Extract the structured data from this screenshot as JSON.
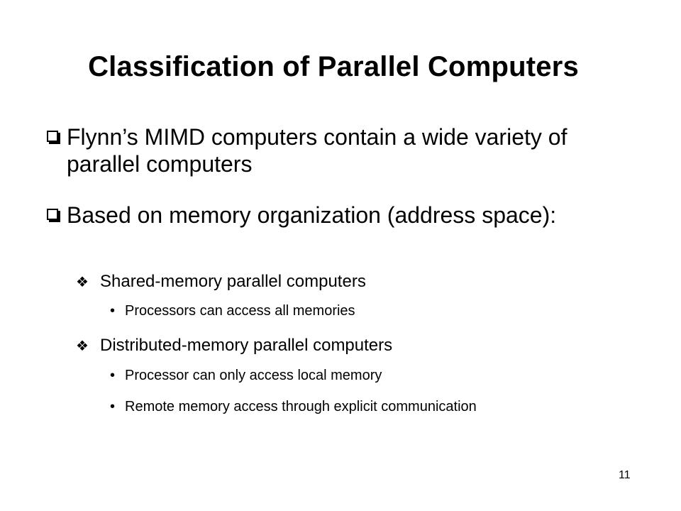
{
  "slide": {
    "title": "Classification of Parallel Computers",
    "bullets": [
      {
        "text": "Flynn’s MIMD computers contain a wide variety of parallel computers"
      },
      {
        "text": "Based on memory organization (address space):"
      }
    ],
    "sub_bullets": [
      {
        "text": "Shared-memory parallel computers"
      },
      {
        "text": "Distributed-memory parallel computers"
      }
    ],
    "sub_sub_bullets": [
      {
        "text": "Processors can access all memories"
      },
      {
        "text": "Processor can only access local memory"
      },
      {
        "text": "Remote memory access through explicit communication"
      }
    ],
    "page_number": "11"
  }
}
